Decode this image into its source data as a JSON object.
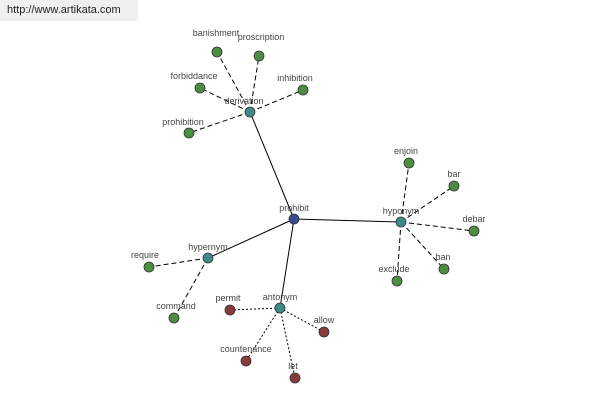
{
  "watermark": "http://www.artikata.com",
  "colors": {
    "root": "#3b4a8f",
    "relation": "#3f8a86",
    "synonym": "#4e8c44",
    "antonym": "#8a3a3a"
  },
  "graph": {
    "nodes": [
      {
        "id": "prohibit",
        "label": "prohibit",
        "kind": "root"
      },
      {
        "id": "derivation",
        "label": "derivation",
        "kind": "relation"
      },
      {
        "id": "hyponym",
        "label": "hyponym",
        "kind": "relation"
      },
      {
        "id": "hypernym",
        "label": "hypernym",
        "kind": "relation"
      },
      {
        "id": "antonym",
        "label": "antonym",
        "kind": "relation"
      },
      {
        "id": "banishment",
        "label": "banishment",
        "kind": "synonym"
      },
      {
        "id": "proscription",
        "label": "proscription",
        "kind": "synonym"
      },
      {
        "id": "forbiddance",
        "label": "forbiddance",
        "kind": "synonym"
      },
      {
        "id": "inhibition",
        "label": "inhibition",
        "kind": "synonym"
      },
      {
        "id": "prohibition",
        "label": "prohibition",
        "kind": "synonym"
      },
      {
        "id": "enjoin",
        "label": "enjoin",
        "kind": "synonym"
      },
      {
        "id": "bar",
        "label": "bar",
        "kind": "synonym"
      },
      {
        "id": "debar",
        "label": "debar",
        "kind": "synonym"
      },
      {
        "id": "ban",
        "label": "ban",
        "kind": "synonym"
      },
      {
        "id": "exclude",
        "label": "exclude",
        "kind": "synonym"
      },
      {
        "id": "require",
        "label": "require",
        "kind": "synonym"
      },
      {
        "id": "command",
        "label": "command",
        "kind": "synonym"
      },
      {
        "id": "permit",
        "label": "permit",
        "kind": "antonym"
      },
      {
        "id": "allow",
        "label": "allow",
        "kind": "antonym"
      },
      {
        "id": "countenance",
        "label": "countenance",
        "kind": "antonym"
      },
      {
        "id": "let",
        "label": "let",
        "kind": "antonym"
      }
    ],
    "edges": [
      {
        "from": "prohibit",
        "to": "derivation",
        "style": "solid"
      },
      {
        "from": "prohibit",
        "to": "hyponym",
        "style": "solid"
      },
      {
        "from": "prohibit",
        "to": "hypernym",
        "style": "solid"
      },
      {
        "from": "prohibit",
        "to": "antonym",
        "style": "solid"
      },
      {
        "from": "derivation",
        "to": "banishment",
        "style": "dashed"
      },
      {
        "from": "derivation",
        "to": "proscription",
        "style": "dashed"
      },
      {
        "from": "derivation",
        "to": "forbiddance",
        "style": "dashed"
      },
      {
        "from": "derivation",
        "to": "inhibition",
        "style": "dashed"
      },
      {
        "from": "derivation",
        "to": "prohibition",
        "style": "dashed"
      },
      {
        "from": "hyponym",
        "to": "enjoin",
        "style": "dashed"
      },
      {
        "from": "hyponym",
        "to": "bar",
        "style": "dashed"
      },
      {
        "from": "hyponym",
        "to": "debar",
        "style": "dashed"
      },
      {
        "from": "hyponym",
        "to": "ban",
        "style": "dashed"
      },
      {
        "from": "hyponym",
        "to": "exclude",
        "style": "dashed"
      },
      {
        "from": "hypernym",
        "to": "require",
        "style": "dashed"
      },
      {
        "from": "hypernym",
        "to": "command",
        "style": "dashed"
      },
      {
        "from": "antonym",
        "to": "permit",
        "style": "dotted"
      },
      {
        "from": "antonym",
        "to": "allow",
        "style": "dotted"
      },
      {
        "from": "antonym",
        "to": "countenance",
        "style": "dotted"
      },
      {
        "from": "antonym",
        "to": "let",
        "style": "dotted"
      }
    ]
  }
}
